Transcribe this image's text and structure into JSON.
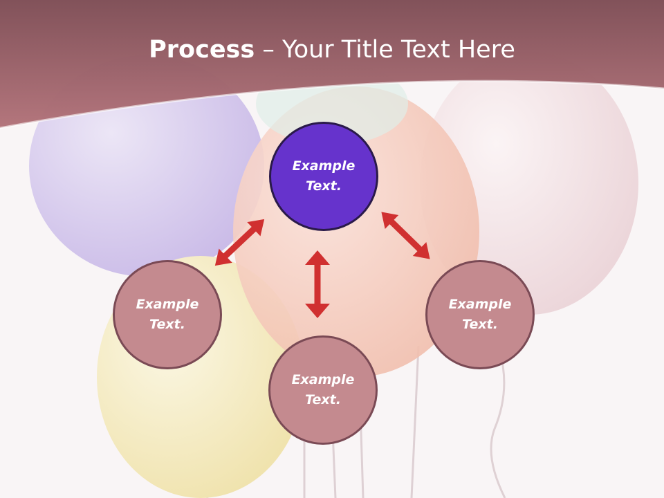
{
  "slide": {
    "title_bold": "Process",
    "title_rest": " – Your Title Text Here"
  },
  "nodes": {
    "top": "Example Text.",
    "left": "Example Text.",
    "bottom": "Example Text.",
    "right": "Example Text."
  },
  "colors": {
    "header": "#a86870",
    "main_node": "#6633cc",
    "sub_node": "#c48a8f",
    "arrow": "#d03030"
  }
}
